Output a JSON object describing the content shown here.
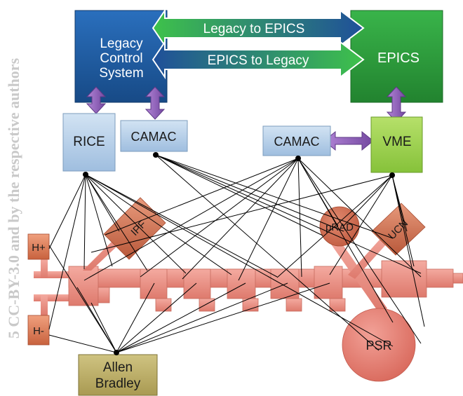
{
  "watermark": "5 CC-BY-3.0 and by the respective authors",
  "arrows": {
    "to_epics": "Legacy to EPICS",
    "to_legacy": "EPICS to Legacy"
  },
  "boxes": {
    "legacy": [
      "Legacy",
      "Control",
      "System"
    ],
    "epics": "EPICS",
    "rice": "RICE",
    "camac_left": "CAMAC",
    "camac_right": "CAMAC",
    "vme": "VME",
    "allen_bradley": [
      "Allen",
      "Bradley"
    ]
  },
  "beamline": {
    "h_plus": "H+",
    "h_minus": "H-",
    "ipf": "IPF",
    "prad": "pRAD",
    "ucn": "UCN",
    "psr": "PSR"
  },
  "colors": {
    "legacy_blue": "#1f5fa6",
    "epics_green": "#2e9e3e",
    "vme_green": "#9ed24f",
    "light_blue_box": "#b7d1ea",
    "olive_box": "#bdb06c",
    "beam_salmon": "#ec8f83",
    "connector_purple": "#8a5ab0"
  }
}
